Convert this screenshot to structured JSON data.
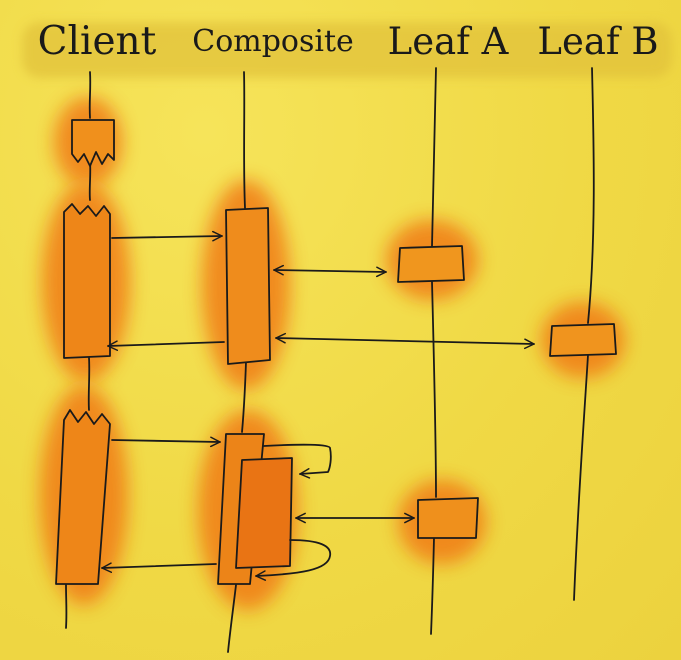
{
  "diagram": {
    "type": "sequence",
    "participants": [
      {
        "id": "client",
        "label": "Client"
      },
      {
        "id": "composite",
        "label": "Composite"
      },
      {
        "id": "leaf_a",
        "label": "Leaf A"
      },
      {
        "id": "leaf_b",
        "label": "Leaf B"
      }
    ],
    "messages": [
      {
        "from": "client",
        "to": "composite",
        "style": "call"
      },
      {
        "from": "composite",
        "to": "leaf_a",
        "style": "bidirectional"
      },
      {
        "from": "composite",
        "to": "leaf_b",
        "style": "bidirectional"
      },
      {
        "from": "composite",
        "to": "client",
        "style": "return"
      },
      {
        "from": "client",
        "to": "composite",
        "style": "call"
      },
      {
        "from": "composite",
        "to": "composite",
        "style": "self-call"
      },
      {
        "from": "composite",
        "to": "leaf_a",
        "style": "bidirectional"
      },
      {
        "from": "composite",
        "to": "composite",
        "style": "self-return"
      },
      {
        "from": "composite",
        "to": "client",
        "style": "return"
      }
    ],
    "colors": {
      "background": "#f2dc4a",
      "label_band": "#e6c83a",
      "activation_fill": "#f09a1e",
      "activation_glow": "#f07a14",
      "ink": "#1a1a1a"
    }
  }
}
